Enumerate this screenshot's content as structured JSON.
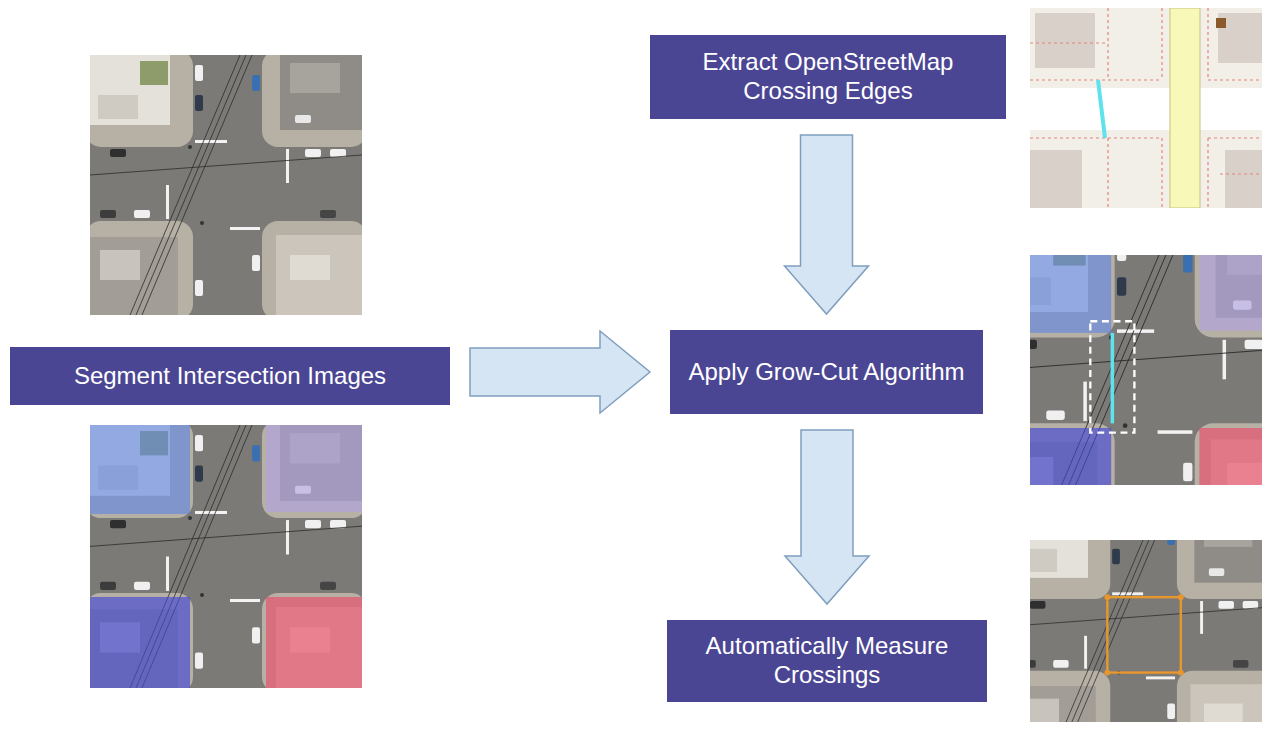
{
  "diagram": {
    "nodes": [
      {
        "text": [
          "Segment Intersection Images"
        ]
      },
      {
        "text": [
          "Extract OpenStreetMap Crossing Edges"
        ]
      },
      {
        "text": [
          "Apply Grow-Cut Algorithm"
        ]
      },
      {
        "text": [
          "Automatically Measure Crossings"
        ]
      }
    ],
    "edges": [
      {
        "from": 0,
        "to": 2,
        "arrow": "to"
      },
      {
        "from": 1,
        "to": 2,
        "arrow": "to"
      },
      {
        "from": 2,
        "to": 3,
        "arrow": "to"
      }
    ]
  }
}
